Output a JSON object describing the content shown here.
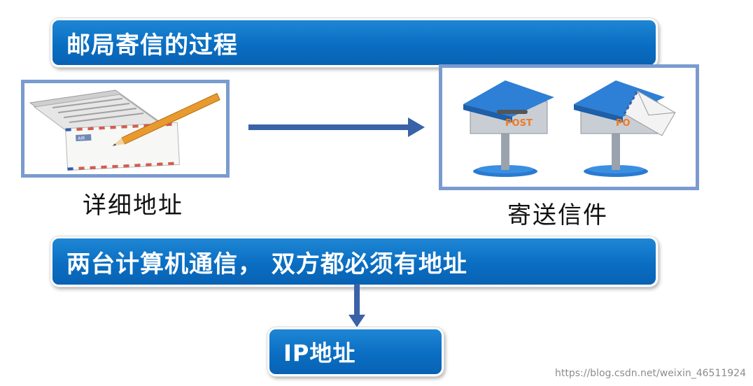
{
  "diagram": {
    "title": "邮局寄信的过程",
    "left_caption": "详细地址",
    "right_caption": "寄送信件",
    "middle_banner": "两台计算机通信， 双方都必须有地址",
    "bottom_banner": "IP地址",
    "post_label_1": "POST",
    "post_label_2": "PO",
    "envelope_label": "AIR"
  },
  "watermark": "https://blog.csdn.net/weixin_46511924",
  "colors": {
    "banner_blue": "#0a6ec2",
    "frame_border": "#7a9bcf",
    "arrow": "#3a62a8",
    "mailbox_roof": "#2e7fd6",
    "post_orange": "#f07a22"
  },
  "icons": [
    "envelope-with-pencil-icon",
    "mailbox-icon",
    "mailbox-with-letter-icon",
    "arrow-right-icon",
    "arrow-down-icon"
  ]
}
